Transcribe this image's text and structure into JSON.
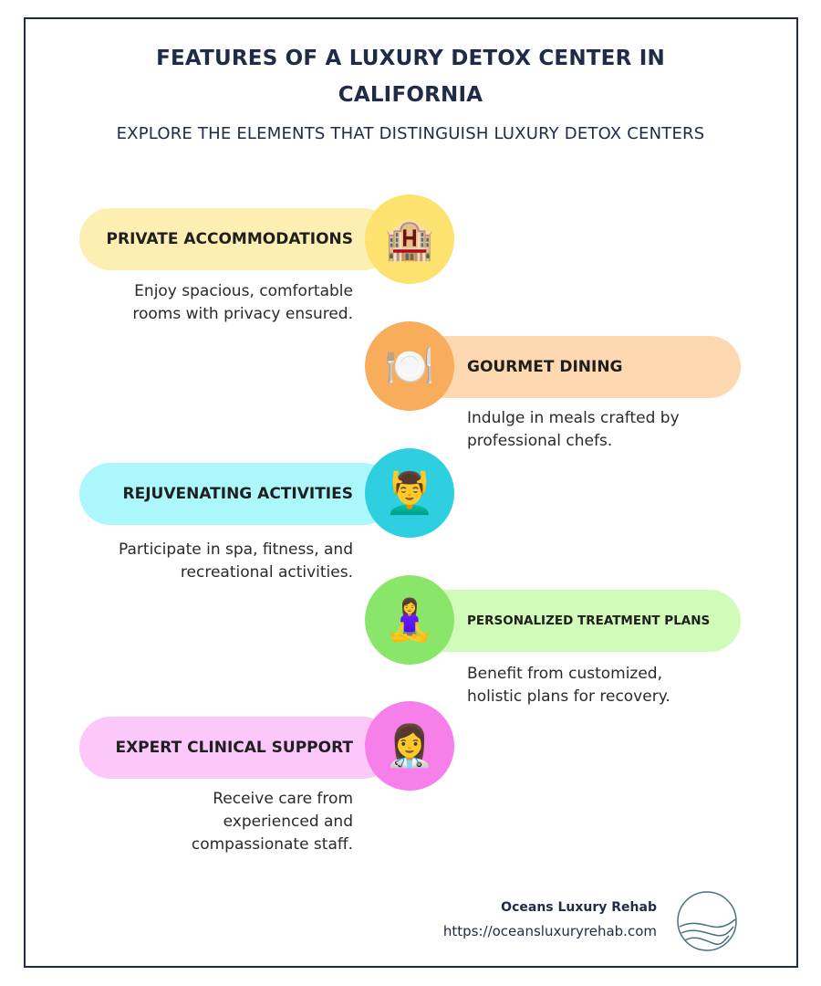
{
  "header": {
    "title_line1": "FEATURES OF A LUXURY DETOX CENTER IN",
    "title_line2": "CALIFORNIA",
    "subtitle": "EXPLORE THE ELEMENTS THAT DISTINGUISH LUXURY DETOX CENTERS"
  },
  "features": [
    {
      "label": "PRIVATE ACCOMMODATIONS",
      "icon": "hotel-icon",
      "glyph": "🏨",
      "description_lines": [
        "Enjoy spacious, comfortable",
        "rooms with privacy ensured."
      ],
      "side": "left",
      "pill_color": "#fdefb2",
      "circle_color": "#fde26f"
    },
    {
      "label": "GOURMET DINING",
      "icon": "plate-cutlery-icon",
      "glyph": "🍽️",
      "description_lines": [
        "Indulge in meals crafted by",
        "professional chefs."
      ],
      "side": "right",
      "pill_color": "#fdd8b0",
      "circle_color": "#f7ad5c"
    },
    {
      "label": "REJUVENATING ACTIVITIES",
      "icon": "massage-icon",
      "glyph": "💆‍♂️",
      "description_lines": [
        "Participate in spa, fitness, and",
        "recreational activities."
      ],
      "side": "left",
      "pill_color": "#abf7fb",
      "circle_color": "#2dcfe0"
    },
    {
      "label": "PERSONALIZED TREATMENT PLANS",
      "icon": "meditation-icon",
      "glyph": "🧘‍♀️",
      "description_lines": [
        "Benefit from customized,",
        "holistic plans for recovery."
      ],
      "side": "right",
      "pill_color": "#d1fbb8",
      "circle_color": "#8ae66a"
    },
    {
      "label": "EXPERT CLINICAL SUPPORT",
      "icon": "health-worker-icon",
      "glyph": "👩‍⚕️",
      "description_lines": [
        "Receive care from",
        "experienced and",
        "compassionate staff."
      ],
      "side": "left",
      "pill_color": "#fcc7f9",
      "circle_color": "#f77fe9"
    }
  ],
  "footer": {
    "brand": "Oceans Luxury Rehab",
    "url": "https://oceansluxuryrehab.com",
    "logo_color": "#4a6f7e"
  },
  "colors": {
    "frame": "#1f2b47",
    "heading": "#1f2b47"
  }
}
